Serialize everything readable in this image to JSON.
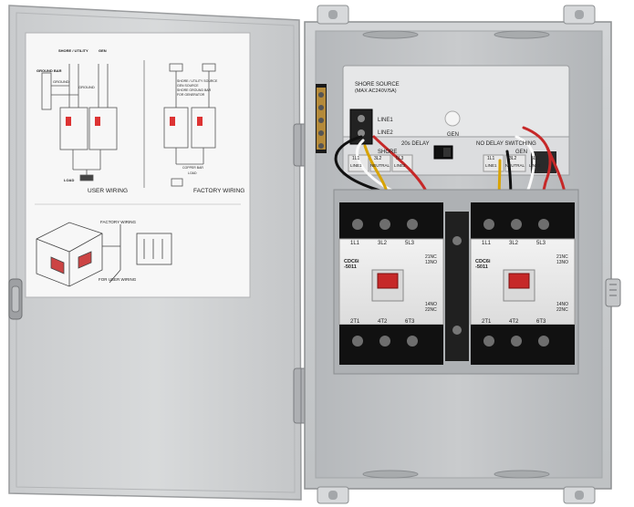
{
  "door_sheet": {
    "top_labels": [
      "SHORE / UTILITY",
      "GEN"
    ],
    "left_labels": [
      "GROUND BAR",
      "GROUND",
      "GROUND"
    ],
    "load_label": "LOAD",
    "user_wiring_label": "USER WIRING",
    "factory_wiring_label": "FACTORY WIRING",
    "factory_wiring_small": "FACTORY WIRING",
    "for_user_wiring": "FOR USER WIRING",
    "factory_notes": [
      "SHORE / UTILITY SOURCE",
      "GEN SOURCE",
      "SHORE GROUND BAR",
      "FOR GENERATOR"
    ],
    "copper_bar": "COPPER BAR",
    "load_small": "LOAD"
  },
  "controller": {
    "source_title": "SHORE SOURCE",
    "source_sub": "(MAX AC240V/5A)",
    "line1": "LINE1",
    "line2": "LINE2",
    "gen": "GEN",
    "delay_label": "20s DELAY",
    "no_delay_label": "NO DELAY SWITCHING",
    "shore_label": "SHORE",
    "gen_label_small": "GEN",
    "bottom_terms_left": [
      "1L1",
      "3L2",
      "5L3"
    ],
    "bottom_terms_left_sub": [
      "LINE1",
      "NEUTRAL",
      "LINE2"
    ],
    "bottom_terms_right": [
      "1L1",
      "3L2",
      "5L3"
    ],
    "bottom_terms_right_sub": [
      "LINE1",
      "NEUTRAL",
      "LINE2"
    ]
  },
  "contactor_left": {
    "top": [
      "1L1",
      "3L2",
      "5L3"
    ],
    "bottom": [
      "2T1",
      "4T2",
      "6T3"
    ],
    "model": "CDC6i\n-5011",
    "aux_top": "21NC\n13NO",
    "aux_bottom": "14NO\n22NC"
  },
  "contactor_right": {
    "top": [
      "1L1",
      "3L2",
      "5L3"
    ],
    "bottom": [
      "2T1",
      "4T2",
      "6T3"
    ],
    "model": "CDC6i\n-5011",
    "aux_top": "21NC\n13NO",
    "aux_bottom": "14NO\n22NC"
  }
}
